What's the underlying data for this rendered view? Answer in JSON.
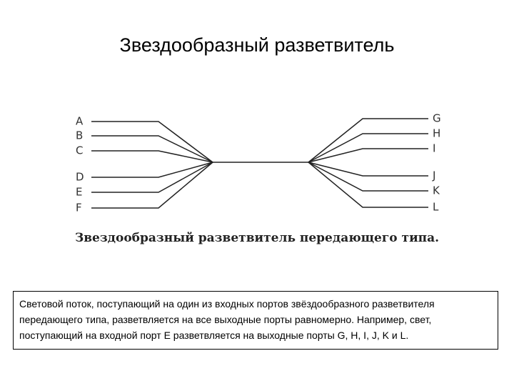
{
  "title": "Звездообразный разветвитель",
  "diagram": {
    "input_ports": [
      "A",
      "B",
      "C",
      "D",
      "E",
      "F"
    ],
    "output_ports": [
      "G",
      "H",
      "I",
      "J",
      "K",
      "L"
    ],
    "caption": "Звездообразный разветвитель передающего типа."
  },
  "description": "Световой поток, поступающий на один из входных портов звёздообразного разветвителя передающего типа, разветвляется на все выходные порты равномерно. Например, свет, поступающий на входной порт E разветвляется на выходные порты G, H, I, J, K и L.",
  "colors": {
    "line": "#222222",
    "label": "#333333"
  }
}
